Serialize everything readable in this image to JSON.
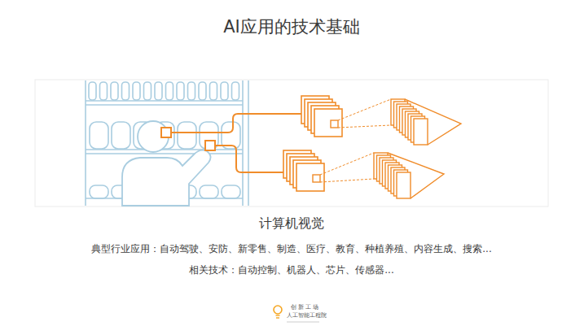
{
  "diagram": {
    "title": "AI应用的技术基础",
    "labels": [
      "计算机视觉",
      "典型行业应用：自动驾驶、安防、新零售、制造、医疗、教育、种植养殖、内容生成、搜索...",
      "相关技术：自动控制、机器人、芯片、传感器...",
      "创 新 工 场",
      "人工智能工程院"
    ]
  }
}
